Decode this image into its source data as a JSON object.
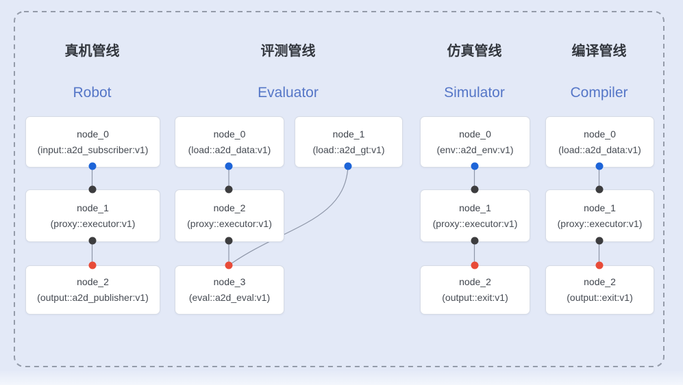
{
  "colors": {
    "background": "#e3e9f7",
    "frame_border": "#949ba9",
    "edge": "#8e96a8",
    "blue_dot": "#1d64d8",
    "black_dot": "#3d3d3f",
    "red_dot": "#e84b38",
    "header_cn": "#33373e",
    "header_en": "#5576c7"
  },
  "pipelines": [
    {
      "title_cn": "真机管线",
      "title_en": "Robot",
      "nodes": [
        {
          "name": "node_0",
          "impl": "(input::a2d_subscriber:v1)"
        },
        {
          "name": "node_1",
          "impl": "(proxy::executor:v1)"
        },
        {
          "name": "node_2",
          "impl": "(output::a2d_publisher:v1)"
        }
      ]
    },
    {
      "title_cn": "评测管线",
      "title_en": "Evaluator",
      "nodes": [
        {
          "name": "node_0",
          "impl": "(load::a2d_data:v1)"
        },
        {
          "name": "node_1",
          "impl": "(load::a2d_gt:v1)"
        },
        {
          "name": "node_2",
          "impl": "(proxy::executor:v1)"
        },
        {
          "name": "node_3",
          "impl": "(eval::a2d_eval:v1)"
        }
      ]
    },
    {
      "title_cn": "仿真管线",
      "title_en": "Simulator",
      "nodes": [
        {
          "name": "node_0",
          "impl": "(env::a2d_env:v1)"
        },
        {
          "name": "node_1",
          "impl": "(proxy::executor:v1)"
        },
        {
          "name": "node_2",
          "impl": "(output::exit:v1)"
        }
      ]
    },
    {
      "title_cn": "编译管线",
      "title_en": "Compiler",
      "nodes": [
        {
          "name": "node_0",
          "impl": "(load::a2d_data:v1)"
        },
        {
          "name": "node_1",
          "impl": "(proxy::executor:v1)"
        },
        {
          "name": "node_2",
          "impl": "(output::exit:v1)"
        }
      ]
    }
  ]
}
